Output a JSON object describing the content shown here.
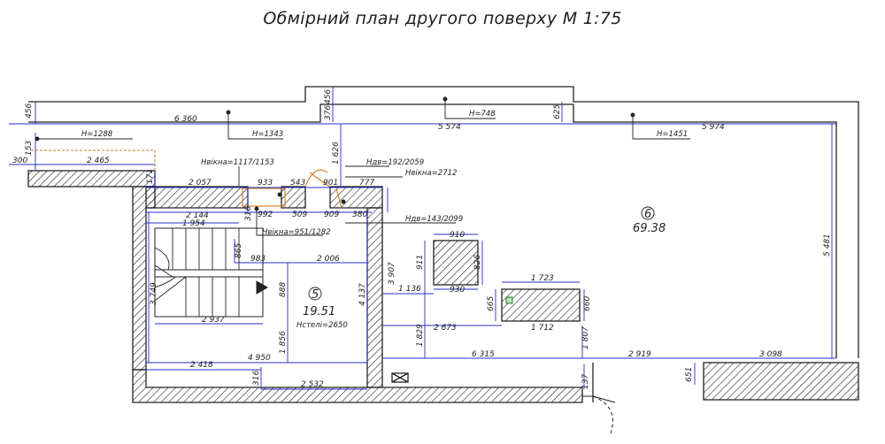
{
  "title": "Обмірний план другого поверху М 1:75",
  "rooms": [
    {
      "number": "5",
      "area": "19.51",
      "height": "Hстелі=2650"
    },
    {
      "number": "6",
      "area": "69.38"
    }
  ],
  "elevation_labels": {
    "h1288": "H=1288",
    "h1343": "H=1343",
    "h748": "H=748",
    "h1451": "H=1451",
    "window_left": "Hвікна=1117/1153",
    "door_top": "Hдв=192/2059",
    "window_right": "Hвікна=2712",
    "window_bottom": "Hвікна=951/1282",
    "door_bottom": "Hдв=143/2099"
  },
  "dimensions": {
    "d456a": "456",
    "d6360": "6 360",
    "d153": "153",
    "d300": "300",
    "d2465": "2 465",
    "d456b": "456",
    "d376": "376",
    "d5574": "5 574",
    "d625": "625",
    "d5974": "5 974",
    "d1626": "1 626",
    "d171": "171",
    "d2057": "2 057",
    "d933": "933",
    "d543": "543",
    "d901": "901",
    "d777": "777",
    "d2144": "2 144",
    "d1954": "1 954",
    "d316": "316",
    "d992": "992",
    "d509": "509",
    "d909": "909",
    "d380": "380",
    "d865": "865",
    "d983": "983",
    "d2006": "2 006",
    "d3749": "3 749",
    "d888": "888",
    "d4137": "4 137",
    "d2937": "2 937",
    "d1856": "1 856",
    "d4950": "4 950",
    "d2418": "2 418",
    "d2532": "2 532",
    "d316b": "316",
    "d910": "910",
    "d911": "911",
    "d826": "826",
    "d3907": "3 907",
    "d1136": "1 136",
    "d930": "930",
    "d1723": "1 723",
    "d665": "665",
    "d660": "660",
    "d1829": "1 829",
    "d2673": "2 673",
    "d1712": "1 712",
    "d1807": "1 807",
    "d6315": "6 315",
    "d2919": "2 919",
    "d3098": "3 098",
    "d5481": "5 481",
    "d137": "137",
    "d651": "651"
  },
  "colors": {
    "wall": "#222222",
    "dimension": "#2a2ad0",
    "door": "#d07a1e",
    "text": "#222222"
  }
}
